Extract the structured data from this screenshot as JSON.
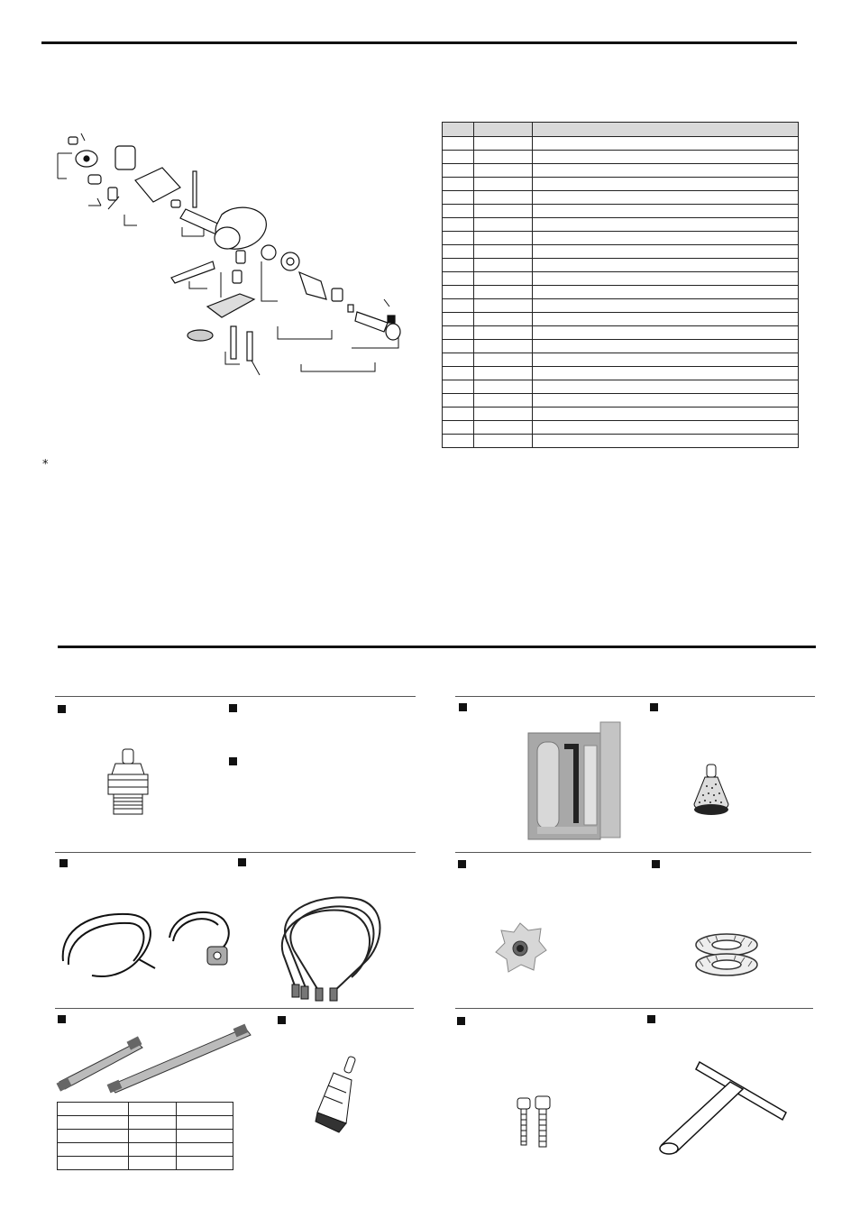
{
  "page": {
    "footnote_symbol": "*"
  },
  "parts_table": {
    "rows": 23,
    "columns": 3
  },
  "mini_table": {
    "rows": 5,
    "columns": 3
  },
  "accessories": [
    {
      "id": "glow-plug",
      "icon": "glow-plug-icon"
    },
    {
      "id": "item-2",
      "icon": ""
    },
    {
      "id": "item-3",
      "icon": ""
    },
    {
      "id": "tool-kit",
      "icon": "tool-kit-icon"
    },
    {
      "id": "fuel-filter",
      "icon": "fuel-filter-icon"
    },
    {
      "id": "silicone-tube-plug",
      "icon": "fuel-tube-icon"
    },
    {
      "id": "wire-set",
      "icon": "wire-set-icon"
    },
    {
      "id": "blind-nut",
      "icon": "blind-nut-icon"
    },
    {
      "id": "lock-washer",
      "icon": "lock-washer-icon"
    },
    {
      "id": "pushrod",
      "icon": "rod-icon"
    },
    {
      "id": "weighted-clunk",
      "icon": "clunk-icon"
    },
    {
      "id": "cap-screws",
      "icon": "screw-icon"
    },
    {
      "id": "plug-wrench",
      "icon": "t-wrench-icon"
    }
  ],
  "colors": {
    "ink": "#111111",
    "table_header": "#d9d9d9",
    "photo_gray": "#9a9a9a"
  }
}
